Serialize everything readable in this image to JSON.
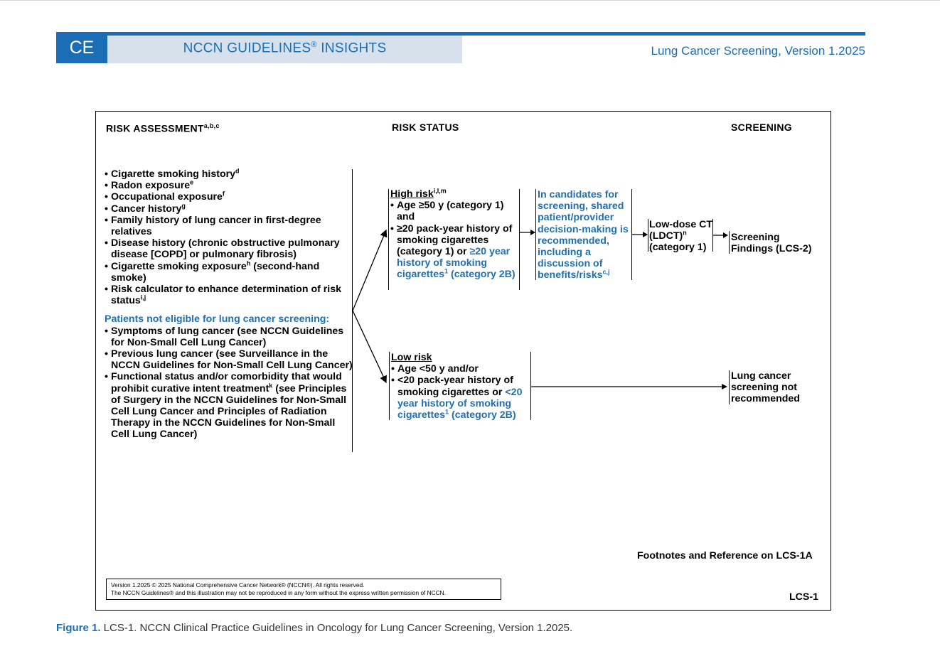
{
  "header": {
    "code": "CE",
    "insights_main": "NCCN GUIDELINES",
    "insights_reg": "®",
    "insights_tail": " INSIGHTS",
    "right_title": "Lung Cancer Screening, Version 1.2025"
  },
  "columns": {
    "risk_assessment": "RISK ASSESSMENT",
    "risk_assessment_sup": "a,b,c",
    "risk_status": "RISK STATUS",
    "screening": "SCREENING"
  },
  "assessment": {
    "items": [
      {
        "text": "Cigarette smoking history",
        "sup": "d"
      },
      {
        "text": "Radon exposure",
        "sup": "e"
      },
      {
        "text": "Occupational exposure",
        "sup": "f"
      },
      {
        "text": "Cancer history",
        "sup": "g"
      },
      {
        "text": "Family history of lung cancer in first-degree relatives",
        "sup": ""
      },
      {
        "text": "Disease history (chronic obstructive pulmonary disease [COPD] or pulmonary fibrosis)",
        "sup": ""
      },
      {
        "text_a": "Cigarette smoking exposure",
        "sup": "h",
        "text_b": " (second-hand smoke)"
      },
      {
        "text": "Risk calculator to enhance determination of risk status",
        "sup": "i,j"
      }
    ],
    "not_eligible_heading": "Patients not eligible for lung cancer screening:",
    "not_eligible_items": [
      {
        "text": "Symptoms of lung cancer (see NCCN Guidelines for Non-Small Cell Lung Cancer)"
      },
      {
        "text": "Previous lung cancer (see Surveillance in the NCCN Guidelines for Non-Small Cell Lung Cancer)"
      },
      {
        "text_a": "Functional status and/or comorbidity that would prohibit curative intent treatment",
        "sup": "k",
        "text_b": " (see Principles of Surgery in the NCCN Guidelines for Non-Small Cell Lung Cancer and Principles of Radiation Therapy in the NCCN Guidelines for Non-Small Cell Lung Cancer)"
      }
    ]
  },
  "high_risk": {
    "title": "High risk",
    "sup": "i,l,m",
    "item1": "Age ≥50 y (category 1) and",
    "item2_black": "≥20 pack-year history of smoking cigarettes (category 1) or ",
    "item2_blue": "≥20 year history of smoking cigarettes",
    "item2_sup": "1",
    "item2_tail": " (category 2B)"
  },
  "decision": {
    "text": "In candidates for screening, shared patient/provider decision-making is recommended, including a discussion of benefits/risks",
    "sup": "c,j"
  },
  "ldct": {
    "text": "Low-dose CT (LDCT)",
    "sup": "n",
    "tail": " (category 1)"
  },
  "findings": "Screening Findings (LCS-2)",
  "low_risk": {
    "title": "Low risk",
    "item1": "Age <50 y and/or",
    "item2_black": "<20 pack-year history of smoking cigarettes or ",
    "item2_blue": "<20 year history of smoking cigarettes",
    "item2_sup": "1",
    "item2_tail": " (category 2B)"
  },
  "not_recommended": "Lung cancer screening not recommended",
  "footnotes_ref": "Footnotes and Reference on LCS-1A",
  "version_box": {
    "line1": "Version 1.2025 © 2025 National Comprehensive Cancer Network® (NCCN®). All rights reserved.",
    "line2": "The NCCN Guidelines® and this illustration may not be reproduced in any form without the express written permission of NCCN."
  },
  "page_code": "LCS-1",
  "caption": {
    "label": "Figure 1.",
    "text": " LCS-1. NCCN Clinical Practice Guidelines in Oncology for Lung Cancer Screening, Version 1.2025."
  }
}
